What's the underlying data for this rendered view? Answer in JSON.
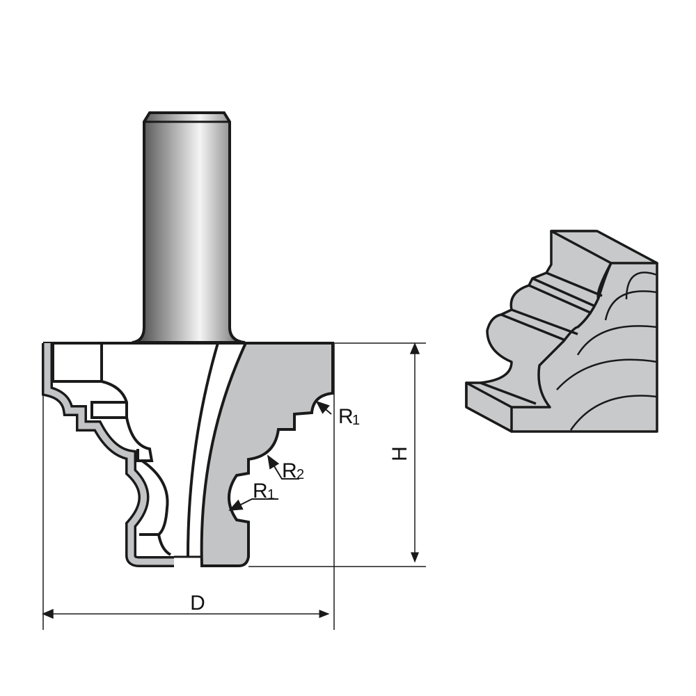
{
  "colors": {
    "fill": "#c3c4c6",
    "outline": "#1a1a1a",
    "wood": "#c8c9cb"
  },
  "labels": {
    "r1_top": "R",
    "r1_top_sub": "1",
    "r2": "R",
    "r2_sub": "2",
    "r1_bottom": "R",
    "r1_bottom_sub": "1",
    "height": "H",
    "diameter": "D"
  }
}
